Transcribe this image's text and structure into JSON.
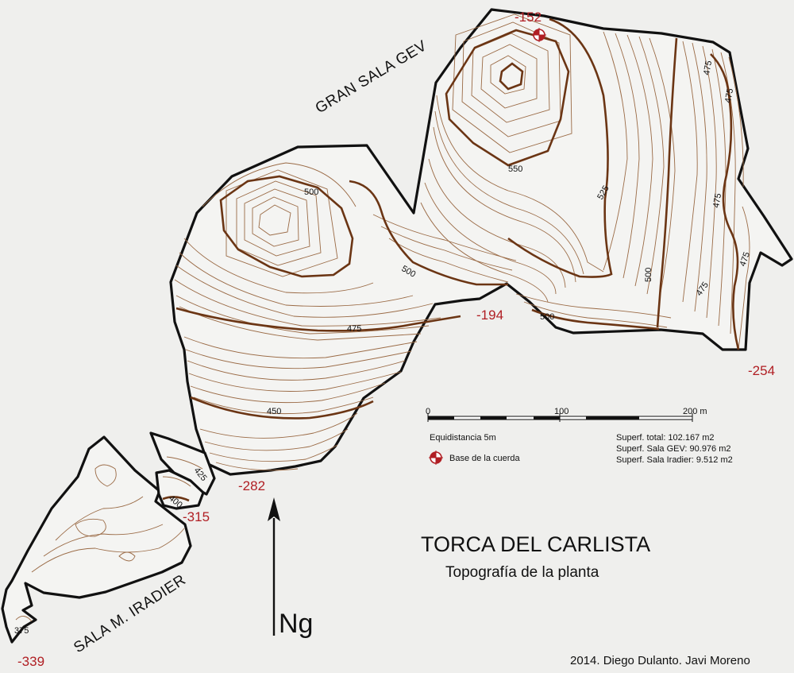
{
  "map": {
    "title": "TORCA DEL CARLISTA",
    "subtitle": "Topografía de la planta",
    "credits": "2014. Diego Dulanto. Javi Moreno",
    "north_label": "Ng",
    "rooms": {
      "gev": "GRAN SALA GEV",
      "iradier": "SALA M. IRADIER"
    },
    "depths": {
      "d152": "-152",
      "d194": "-194",
      "d254": "-254",
      "d282": "-282",
      "d315": "-315",
      "d339": "-339"
    },
    "contour_labels": {
      "c500_w": "500",
      "c500_mid": "500",
      "c500_s": "500",
      "c500_e": "500",
      "c550": "550",
      "c525": "525",
      "c475_w": "475",
      "c475_ne": "475",
      "c475_e1": "475",
      "c475_e2": "475",
      "c475_e3": "475",
      "c475_e4": "475",
      "c450": "450",
      "c425": "425",
      "c400": "400",
      "c375": "375"
    },
    "scale": {
      "ticks": [
        "0",
        "100",
        "200 m"
      ]
    },
    "legend": {
      "equidistance": "Equidistancia 5m",
      "rope_base": "Base de la cuerda"
    },
    "areas": {
      "total": "Superf. total:  102.167 m2",
      "gev": "Superf. Sala GEV: 90.976 m2",
      "iradier": "Superf. Sala Iradier: 9.512 m2"
    },
    "colors": {
      "wall": "#111111",
      "major_contour": "#6b3514",
      "minor_contour": "#9a6a45",
      "depth_label": "#b01e23",
      "background": "#efefed"
    }
  }
}
